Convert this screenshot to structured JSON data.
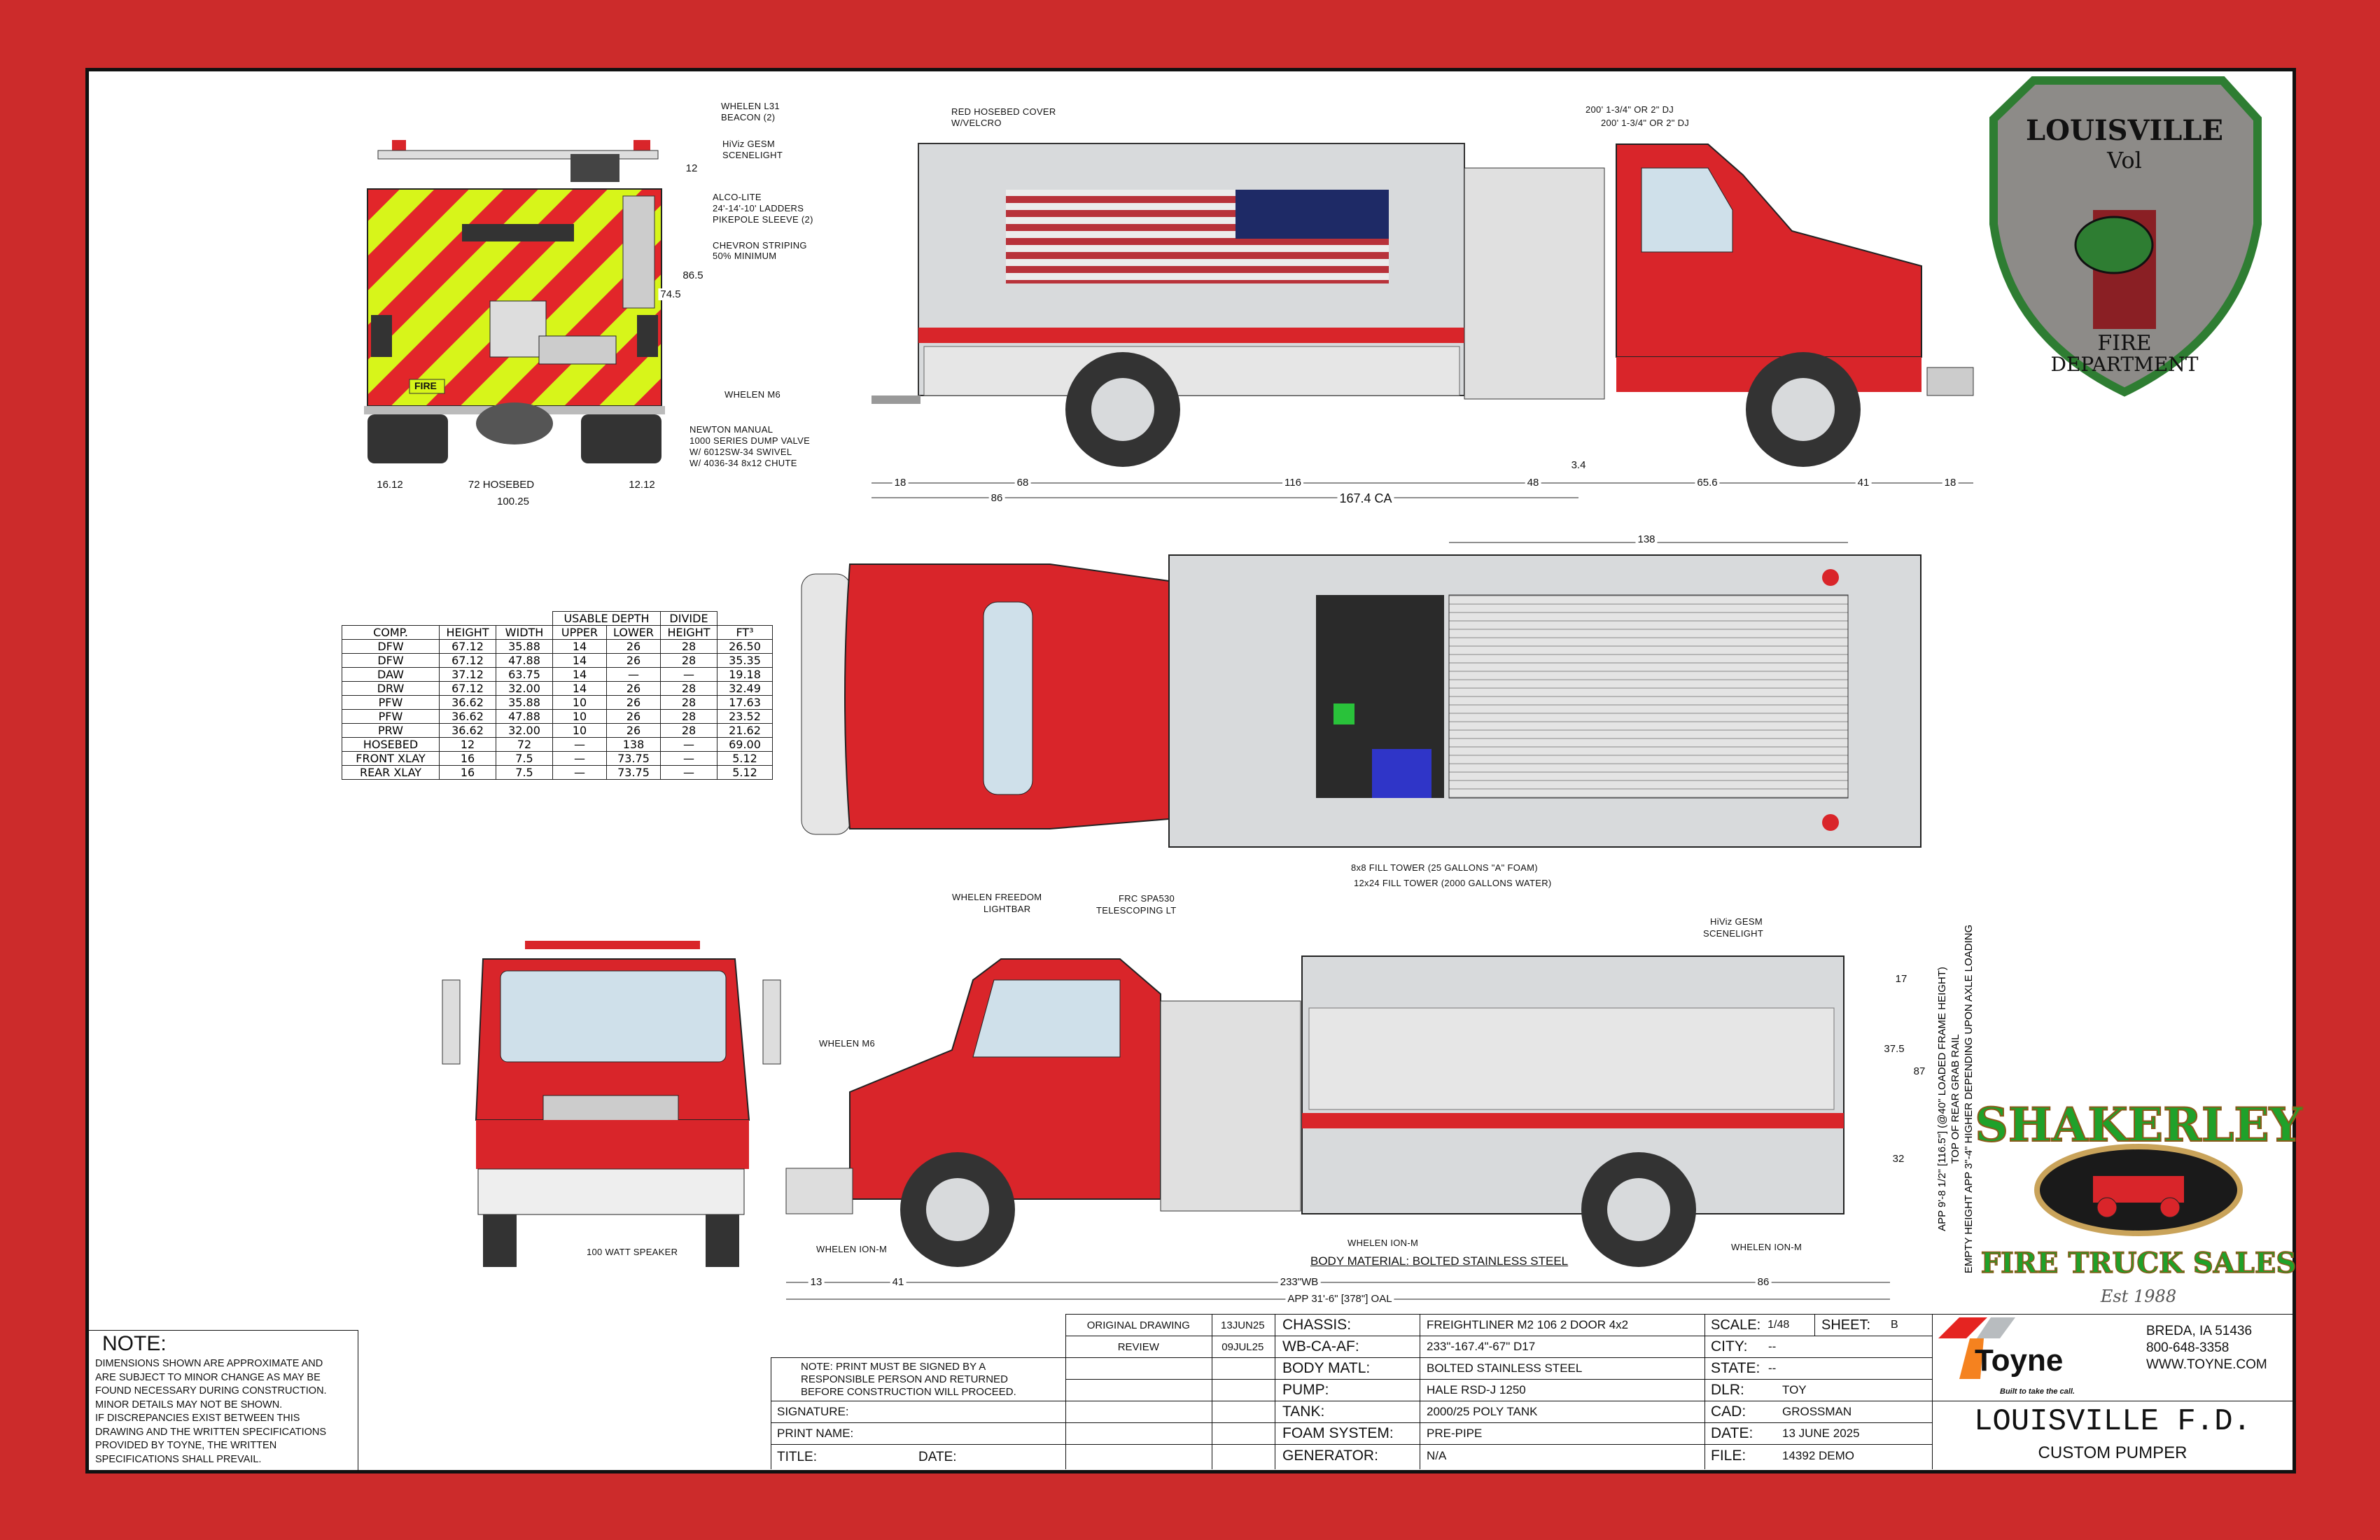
{
  "rear_view": {
    "labels": [
      "WHELEN L31",
      "BEACON (2)",
      "HiViz GESM",
      "SCENELIGHT",
      "ALCO-LITE",
      "24'-14'-10'  LADDERS",
      "PIKEPOLE  SLEEVE  (2)",
      "CHEVRON STRIPING",
      "50% MINIMUM",
      "WHELEN M6",
      "NEWTON  MANUAL",
      "1000  SERIES  DUMP  VALVE",
      "W/  6012SW-34  SWIVEL",
      "W/  4036-34  8x12  CHUTE"
    ],
    "dims": [
      "12",
      "86.5",
      "74.5",
      "16.12",
      "72 HOSEBED",
      "12.12",
      "100.25"
    ],
    "tag": "FIRE"
  },
  "side_view_top": {
    "labels": [
      "RED HOSEBED COVER",
      "W/VELCRO",
      "200' 1-3/4\" OR 2\" DJ",
      "200' 1-3/4\" OR 2\" DJ"
    ],
    "dims": [
      "18",
      "68",
      "116",
      "48",
      "3.4",
      "65.6",
      "41",
      "18",
      "86",
      "167.4 CA"
    ]
  },
  "plan_view": {
    "dims": [
      "138"
    ],
    "labels": [
      "8x8  FILL TOWER (25 GALLONS \"A\" FOAM)",
      "12x24  FILL TOWER (2000 GALLONS WATER)"
    ]
  },
  "compartment_table": {
    "group_headers": [
      "USABLE  DEPTH",
      "DIVIDE"
    ],
    "headers": [
      "COMP.",
      "HEIGHT",
      "WIDTH",
      "UPPER",
      "LOWER",
      "HEIGHT",
      "FT³"
    ],
    "rows": [
      [
        "DFW",
        "67.12",
        "35.88",
        "14",
        "26",
        "28",
        "26.50"
      ],
      [
        "DFW",
        "67.12",
        "47.88",
        "14",
        "26",
        "28",
        "35.35"
      ],
      [
        "DAW",
        "37.12",
        "63.75",
        "14",
        "—",
        "—",
        "19.18"
      ],
      [
        "DRW",
        "67.12",
        "32.00",
        "14",
        "26",
        "28",
        "32.49"
      ],
      [
        "PFW",
        "36.62",
        "35.88",
        "10",
        "26",
        "28",
        "17.63"
      ],
      [
        "PFW",
        "36.62",
        "47.88",
        "10",
        "26",
        "28",
        "23.52"
      ],
      [
        "PRW",
        "36.62",
        "32.00",
        "10",
        "26",
        "28",
        "21.62"
      ],
      [
        "HOSEBED",
        "12",
        "72",
        "—",
        "138",
        "—",
        "69.00"
      ],
      [
        "FRONT  XLAY",
        "16",
        "7.5",
        "—",
        "73.75",
        "—",
        "5.12"
      ],
      [
        "REAR  XLAY",
        "16",
        "7.5",
        "—",
        "73.75",
        "—",
        "5.12"
      ]
    ]
  },
  "front_view": {
    "labels": [
      "100  WATT  SPEAKER"
    ]
  },
  "side_view_bottom": {
    "labels": [
      "WHELEN FREEDOM",
      "LIGHTBAR",
      "FRC SPA530",
      "TELESCOPING LT",
      "HiViz GESM",
      "SCENELIGHT",
      "WHELEN M6",
      "WHELEN ION-M",
      "WHELEN ION-M",
      "WHELEN ION-M",
      "BODY MATERIAL: BOLTED STAINLESS STEEL"
    ],
    "dims": [
      "13",
      "41",
      "233\"WB",
      "86",
      "APP 31'-6\" [378\"] OAL",
      "17",
      "37.5",
      "87",
      "32"
    ],
    "height_note": [
      "APP  9'-8  1/2\"  [116.5\"]  (@40\"  LOADED  FRAME  HEIGHT)",
      "TOP  OF  REAR  GRAB  RAIL",
      "EMPTY  HEIGHT  APP  3\"-4\"  HIGHER  DEPENDING  UPON  AXLE  LOADING"
    ]
  },
  "logos": {
    "customer": {
      "line1": "LOUISVILLE",
      "line2": "Vol",
      "line3": "FIRE",
      "line4": "DEPARTMENT"
    },
    "dealer": {
      "line1": "SHAKERLEY",
      "line2": "FIRE TRUCK SALES",
      "line3": "Est 1988"
    },
    "builder": {
      "name": "Toyne",
      "tagline": "Built to take the call."
    }
  },
  "note": {
    "title": "NOTE:",
    "lines": [
      "DIMENSIONS SHOWN ARE APPROXIMATE AND",
      "ARE SUBJECT TO MINOR CHANGE AS MAY BE",
      "FOUND NECESSARY DURING CONSTRUCTION.",
      "MINOR DETAILS MAY NOT BE SHOWN.",
      "IF DISCREPANCIES EXIST BETWEEN THIS",
      "DRAWING AND THE WRITTEN SPECIFICATIONS",
      "PROVIDED BY TOYNE, THE WRITTEN",
      "SPECIFICATIONS SHALL PREVAIL."
    ]
  },
  "signoff": {
    "note_lines": [
      "NOTE:  PRINT MUST BE SIGNED BY A",
      "RESPONSIBLE PERSON AND RETURNED",
      "BEFORE CONSTRUCTION WILL PROCEED."
    ],
    "signature": "SIGNATURE:",
    "print_name": "PRINT NAME:",
    "title": "TITLE:",
    "date": "DATE:"
  },
  "revisions": [
    {
      "label": "ORIGINAL DRAWING",
      "date": "13JUN25"
    },
    {
      "label": "REVIEW",
      "date": "09JUL25"
    }
  ],
  "specs": [
    {
      "label": "CHASSIS:",
      "value": "FREIGHTLINER M2 106 2 DOOR 4x2"
    },
    {
      "label": "WB-CA-AF:",
      "value": "233\"-167.4\"-67\"  D17"
    },
    {
      "label": "BODY MATL:",
      "value": "BOLTED STAINLESS STEEL"
    },
    {
      "label": "PUMP:",
      "value": "HALE RSD-J 1250"
    },
    {
      "label": "TANK:",
      "value": "2000/25 POLY TANK"
    },
    {
      "label": "FOAM SYSTEM:",
      "value": "PRE-PIPE"
    },
    {
      "label": "GENERATOR:",
      "value": "N/A"
    }
  ],
  "info": {
    "scale_label": "SCALE:",
    "scale": "1/48",
    "sheet_label": "SHEET:",
    "sheet": "B",
    "rows": [
      {
        "label": "CITY:",
        "value": "--"
      },
      {
        "label": "STATE:",
        "value": "--"
      },
      {
        "label": "DLR:",
        "value": "TOY"
      },
      {
        "label": "CAD:",
        "value": "GROSSMAN"
      },
      {
        "label": "DATE:",
        "value": "13 JUNE 2025"
      },
      {
        "label": "FILE:",
        "value": "14392 DEMO"
      }
    ]
  },
  "company": {
    "address": "BREDA, IA 51436",
    "phone": "800-648-3358",
    "website": "WWW.TOYNE.COM"
  },
  "project": {
    "title": "LOUISVILLE F.D.",
    "subtitle": "CUSTOM PUMPER"
  },
  "colors": {
    "frame": "#cc2b2b",
    "truck_red": "#d9252a",
    "chevron_yellow": "#d7f51a",
    "steel": "#d8dadc"
  }
}
